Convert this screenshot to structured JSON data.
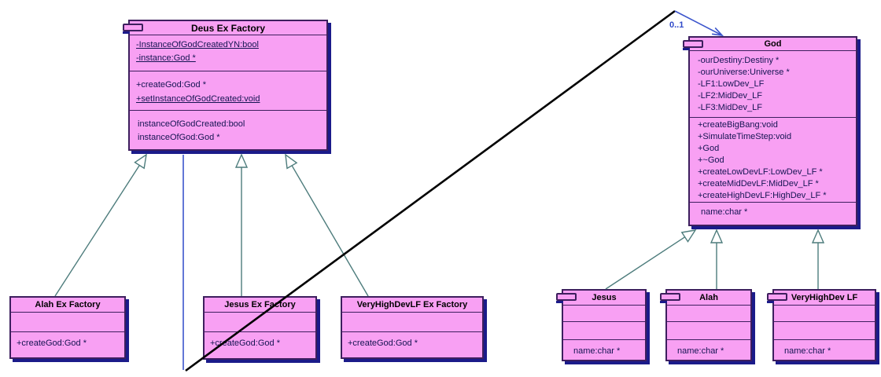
{
  "classes": {
    "deus_ex_factory": {
      "title": "Deus Ex Factory",
      "attributes": [
        "-InstanceOfGodCreatedYN:bool",
        "-instance:God *"
      ],
      "operations": [
        "+createGod:God *",
        "+setInstanceOfGodCreated:void"
      ],
      "properties": [
        "instanceOfGodCreated:bool",
        "instanceOfGod:God *"
      ]
    },
    "god": {
      "title": "God",
      "attributes": [
        "-ourDestiny:Destiny *",
        "-ourUniverse:Universe *",
        "-LF1:LowDev_LF",
        "-LF2:MidDev_LF",
        "-LF3:MidDev_LF"
      ],
      "operations": [
        "+createBigBang:void",
        "+SimulateTimeStep:void",
        "+God",
        "+~God",
        "+createLowDevLF:LowDev_LF *",
        "+createMidDevLF:MidDev_LF *",
        "+createHighDevLF:HighDev_LF *"
      ],
      "properties": [
        "name:char *"
      ]
    },
    "alah_ex_factory": {
      "title": "Alah Ex Factory",
      "operations": [
        "+createGod:God *"
      ]
    },
    "jesus_ex_factory": {
      "title": "Jesus Ex Factory",
      "operations": [
        "+createGod:God *"
      ]
    },
    "veryhighdevlf_ex_factory": {
      "title": "VeryHighDevLF Ex Factory",
      "operations": [
        "+createGod:God *"
      ]
    },
    "jesus": {
      "title": "Jesus",
      "properties": [
        "name:char *"
      ]
    },
    "alah": {
      "title": "Alah",
      "properties": [
        "name:char *"
      ]
    },
    "veryhighdev_lf": {
      "title": "VeryHighDev LF",
      "properties": [
        "name:char *"
      ]
    }
  },
  "association": {
    "multiplicity": "0..1"
  },
  "colors": {
    "class_fill": "#f8a0f3",
    "class_border": "#3d1f5e",
    "shadow": "#1b1b8a",
    "inheritance_line": "#4d7c7c",
    "association_line": "#3c55cc",
    "crossing_line": "#000000"
  }
}
